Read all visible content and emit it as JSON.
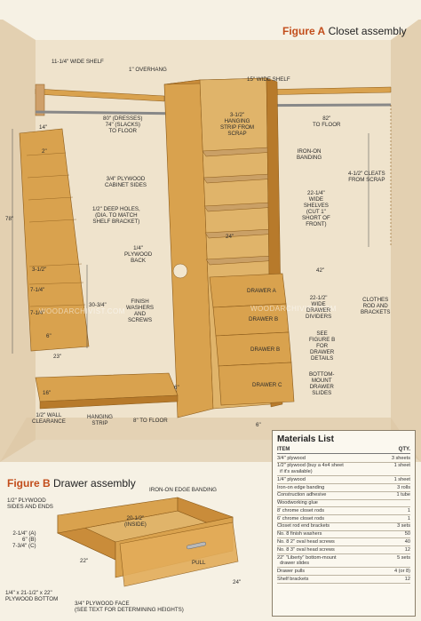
{
  "figure_a": {
    "prefix": "Figure A",
    "name": "Closet assembly",
    "labels": {
      "wide_shelf": "11-1/4\" WIDE SHELF",
      "overhang": "1\" OVERHANG",
      "shelf15": "15\" WIDE SHELF",
      "rod_heights": "80\" (DRESSES)\n74\" (SLACKS)\nTO FLOOR",
      "strip": "3-1/2\"\nHANGING\nSTRIP FROM\nSCRAP",
      "to_floor_82": "82\"\nTO FLOOR",
      "banding": "IRON-ON\nBANDING",
      "cleats": "4-1/2\" CLEATS\nFROM SCRAP",
      "w14": "14\"",
      "w2": "2\"",
      "sides": "3/4\" PLYWOOD\nCABINET SIDES",
      "holes": "1/2\" DEEP HOLES,\n(DIA. TO MATCH\nSHELF BRACKET)",
      "shelves": "22-1/4\"\nWIDE\nSHELVES\n(CUT 1\"\nSHORT OF\nFRONT)",
      "h78": "78\"",
      "w24": "24\"",
      "back": "1/4\"\nPLYWOOD\nBACK",
      "w42": "42\"",
      "d312": "3-1/2\"",
      "d714": "7-1/4\"",
      "d714b": "7-1/4\"",
      "d6": "6\"",
      "h3034": "30-3/4\"",
      "dividers": "22-1/2\"\nWIDE\nDRAWER\nDIVIDERS",
      "rods": "CLOTHES\nROD AND\nBRACKETS",
      "washers": "FINISH\nWASHERS\nAND\nSCREWS",
      "figB_ref": "SEE\nFIGURE B\nFOR\nDRAWER\nDETAILS",
      "slides": "BOTTOM-\nMOUNT\nDRAWER\nSLIDES",
      "w23": "23\"",
      "w16": "16\"",
      "d6b": "6\"",
      "clearance": "1/2\" WALL\nCLEARANCE",
      "hang_strip": "HANGING\nSTRIP",
      "to_floor_8": "8\" TO FLOOR",
      "d6c": "6\"",
      "drawer_a": "DRAWER A",
      "drawer_b": "DRAWER B",
      "drawer_b2": "DRAWER B",
      "drawer_c": "DRAWER C"
    }
  },
  "figure_b": {
    "prefix": "Figure B",
    "name": "Drawer assembly",
    "labels": {
      "sides": "1/2\" PLYWOOD\nSIDES AND ENDS",
      "edge": "IRON-ON EDGE BANDING",
      "inside": "20-1/2\"\n(INSIDE)",
      "heights": "2-1/4\" (A)\n6\" (B)\n7-3/4\" (C)",
      "w22": "22\"",
      "pull": "PULL",
      "bottom": "1/4\" x 21-1/2\" x 22\"\nPLYWOOD BOTTOM",
      "face": "3/4\" PLYWOOD FACE\n(SEE TEXT FOR DETERMINING HEIGHTS)",
      "w24": "24\""
    }
  },
  "materials": {
    "title": "Materials List",
    "col_item": "ITEM",
    "col_qty": "QTY.",
    "rows": [
      {
        "item": "3/4\" plywood",
        "qty": "3 sheets"
      },
      {
        "item": "1/2\" plywood (buy a 4x4 sheet\n  if it's available)",
        "qty": "1 sheet"
      },
      {
        "item": "1/4\" plywood",
        "qty": "1 sheet"
      },
      {
        "item": "Iron-on edge banding",
        "qty": "3 rolls"
      },
      {
        "item": "Construction adhesive",
        "qty": "1 tube"
      },
      {
        "item": "Woodworking glue",
        "qty": ""
      },
      {
        "item": "8' chrome closet rods",
        "qty": "1"
      },
      {
        "item": "6' chrome closet rods",
        "qty": "1"
      },
      {
        "item": "Closet rod end brackets",
        "qty": "3 sets"
      },
      {
        "item": "No. 8 finish washers",
        "qty": "50"
      },
      {
        "item": "No. 8 2\" oval head screws",
        "qty": "40"
      },
      {
        "item": "No. 8 3\" oval head screws",
        "qty": "12"
      },
      {
        "item": "22\" \"Liberty\" bottom-mount\n  drawer slides",
        "qty": "5 sets"
      },
      {
        "item": "Drawer pulls",
        "qty": "4 (or 8)"
      },
      {
        "item": "Shelf brackets",
        "qty": "12"
      }
    ]
  },
  "watermark": "WOODARCHIVIST.COM",
  "colors": {
    "wood": "#d9a24e",
    "wood_dark": "#b77a2b",
    "wall": "#e9d9bf",
    "accent": "#c24d1b"
  }
}
